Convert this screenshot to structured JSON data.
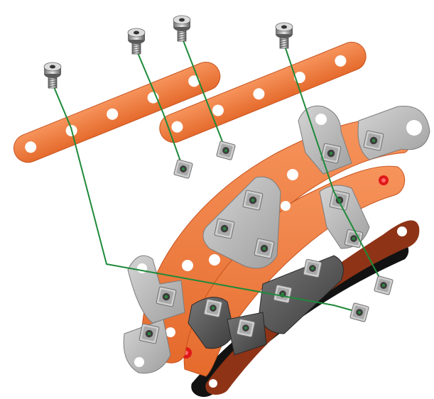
{
  "colors": {
    "background": "#ffffff",
    "strip_orange": "#ef7a3f",
    "strip_orange_edge": "#c6531f",
    "strip_dark_red": "#8e3316",
    "strip_black": "#121212",
    "plate_grey": "#b4b4b4",
    "plate_dark": "#5a5a5a",
    "assembly_line": "#1e8a3a",
    "hub_red": "#e01818",
    "hole": "#ffffff"
  },
  "components": [
    {
      "name": "flat-strip-5-hole",
      "kind": "strip",
      "count": 2
    },
    {
      "name": "curved-strip-orange",
      "kind": "strip",
      "count": 2
    },
    {
      "name": "curved-strip-dark",
      "kind": "strip",
      "count": 2
    },
    {
      "name": "triangular-plate",
      "kind": "plate",
      "count": 2
    },
    {
      "name": "angle-bracket",
      "kind": "bracket",
      "count": 4
    },
    {
      "name": "screw",
      "kind": "fastener",
      "count": 4
    },
    {
      "name": "square-nut",
      "kind": "fastener",
      "count": 4
    }
  ],
  "assembly_steps": [
    {
      "screw": "screw-1",
      "nut": "nut-4"
    },
    {
      "screw": "screw-2",
      "nut": "nut-1"
    },
    {
      "screw": "screw-3",
      "nut": "nut-2"
    },
    {
      "screw": "screw-4",
      "nut": "nut-3"
    }
  ]
}
